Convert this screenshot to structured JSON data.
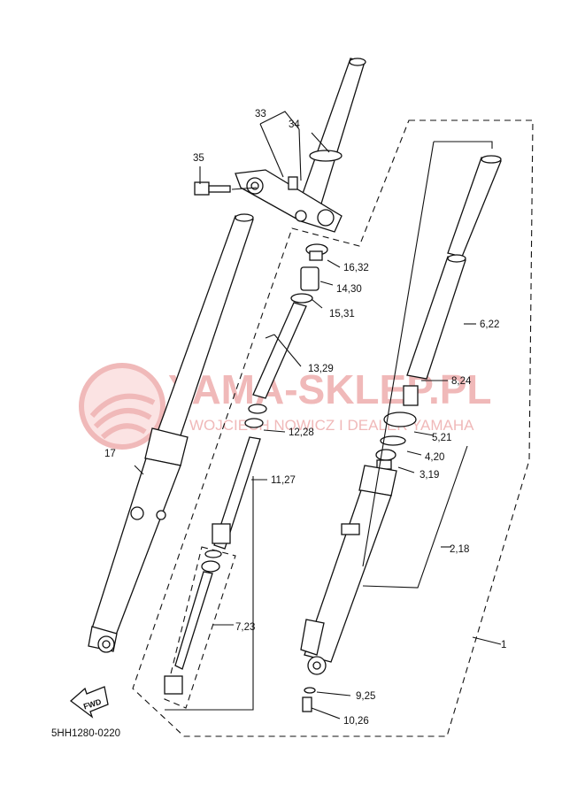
{
  "watermark": {
    "brand": "YAMA-SKLEP.PL",
    "tagline": "WOJCIECH NOWICZ I DEALER YAMAHA"
  },
  "diagram_code": "5HH1280-0220",
  "fwd_label": "FWD",
  "callouts": [
    {
      "id": "c1",
      "text": "1"
    },
    {
      "id": "c2",
      "text": "2,18"
    },
    {
      "id": "c3",
      "text": "3,19"
    },
    {
      "id": "c4",
      "text": "4,20"
    },
    {
      "id": "c5",
      "text": "5,21"
    },
    {
      "id": "c6",
      "text": "6,22"
    },
    {
      "id": "c7",
      "text": "7,23"
    },
    {
      "id": "c8",
      "text": "8,24"
    },
    {
      "id": "c9",
      "text": "9,25"
    },
    {
      "id": "c10",
      "text": "10,26"
    },
    {
      "id": "c11",
      "text": "11,27"
    },
    {
      "id": "c12",
      "text": "12,28"
    },
    {
      "id": "c13",
      "text": "13,29"
    },
    {
      "id": "c14",
      "text": "14,30"
    },
    {
      "id": "c15",
      "text": "15,31"
    },
    {
      "id": "c16",
      "text": "16,32"
    },
    {
      "id": "c17",
      "text": "17"
    },
    {
      "id": "c33",
      "text": "33"
    },
    {
      "id": "c34",
      "text": "34"
    },
    {
      "id": "c35",
      "text": "35"
    }
  ],
  "colors": {
    "line": "#111111",
    "watermark": "#f0b9b9"
  }
}
